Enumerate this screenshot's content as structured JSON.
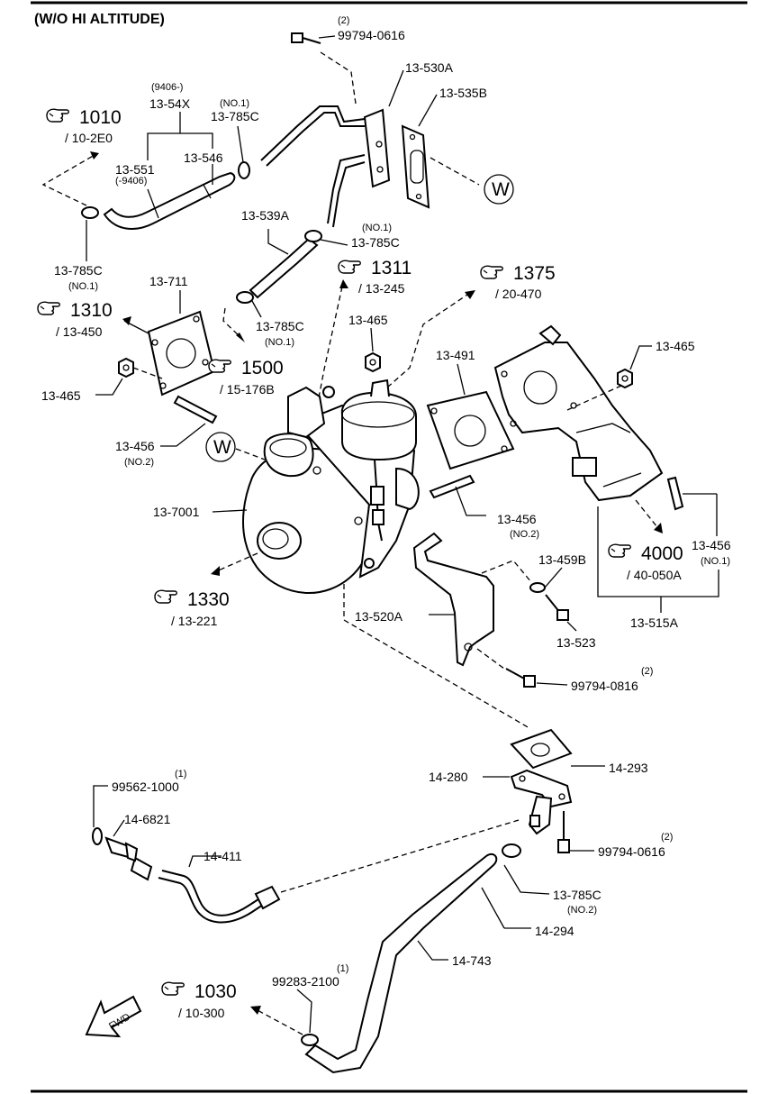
{
  "title": "(W/O HI ALTITUDE)",
  "parts": {
    "p_99794_0616_top": "99794-0616",
    "p_99794_0616_top_qty": "(2)",
    "p_13_530A": "13-530A",
    "p_13_535B": "13-535B",
    "p_13_54X_note": "(9406-)",
    "p_13_54X": "13-54X",
    "p_13_785C_a_note": "(NO.1)",
    "p_13_785C_a": "13-785C",
    "p_13_546": "13-546",
    "p_13_551": "13-551",
    "p_13_551_note": "(-9406)",
    "p_13_539A": "13-539A",
    "p_13_785C_b_note": "(NO.1)",
    "p_13_785C_b": "13-785C",
    "p_13_785C_c": "13-785C",
    "p_13_785C_c_note": "(NO.1)",
    "p_13_711": "13-711",
    "p_13_785C_d": "13-785C",
    "p_13_785C_d_note": "(NO.1)",
    "p_13_465_a": "13-465",
    "p_13_465_b": "13-465",
    "p_13_465_c": "13-465",
    "p_13_491": "13-491",
    "p_13_456_a": "13-456",
    "p_13_456_a_note": "(NO.2)",
    "p_13_7001": "13-7001",
    "p_13_456_b": "13-456",
    "p_13_456_b_note": "(NO.2)",
    "p_13_456_c": "13-456",
    "p_13_456_c_note": "(NO.1)",
    "p_13_459B": "13-459B",
    "p_13_520A": "13-520A",
    "p_13_523": "13-523",
    "p_13_515A": "13-515A",
    "p_99794_0816": "99794-0816",
    "p_99794_0816_qty": "(2)",
    "p_14_293": "14-293",
    "p_14_280": "14-280",
    "p_99562_1000": "99562-1000",
    "p_99562_1000_qty": "(1)",
    "p_14_6821": "14-6821",
    "p_14_411": "14-411",
    "p_99794_0616_bot": "99794-0616",
    "p_99794_0616_bot_qty": "(2)",
    "p_13_785C_e": "13-785C",
    "p_13_785C_e_note": "(NO.2)",
    "p_14_294": "14-294",
    "p_14_743": "14-743",
    "p_99283_2100": "99283-2100",
    "p_99283_2100_qty": "(1)"
  },
  "references": {
    "r1010_num": "1010",
    "r1010_sub": "/ 10-2E0",
    "r1311_num": "1311",
    "r1311_sub": "/ 13-245",
    "r1375_num": "1375",
    "r1375_sub": "/ 20-470",
    "r1310_num": "1310",
    "r1310_sub": "/ 13-450",
    "r1500_num": "1500",
    "r1500_sub": "/ 15-176B",
    "r4000_num": "4000",
    "r4000_sub": "/ 40-050A",
    "r1330_num": "1330",
    "r1330_sub": "/ 13-221",
    "r1030_num": "1030",
    "r1030_sub": "/ 10-300"
  },
  "markers": {
    "w": "W"
  },
  "fwd": "FWD"
}
